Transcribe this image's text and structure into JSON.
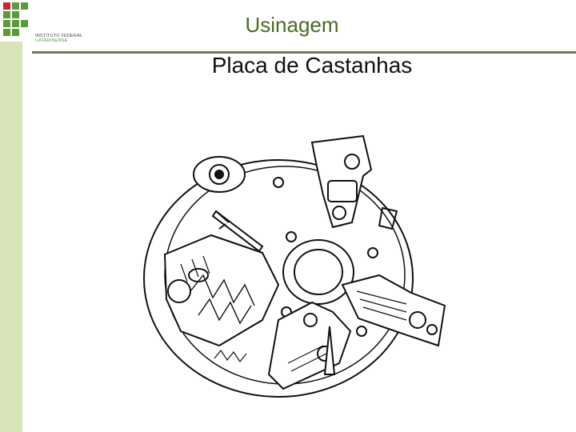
{
  "header": {
    "title": "Usinagem",
    "logo": {
      "line1": "INSTITUTO FEDERAL",
      "line2": "CATARINENSE",
      "accent": "#5b9b3a",
      "red": "#c8262b"
    }
  },
  "slide": {
    "title": "Placa de Castanhas"
  },
  "colors": {
    "sidebar": "#d6e4b8",
    "rule": "#6e7d57",
    "title": "#4a6b23"
  }
}
